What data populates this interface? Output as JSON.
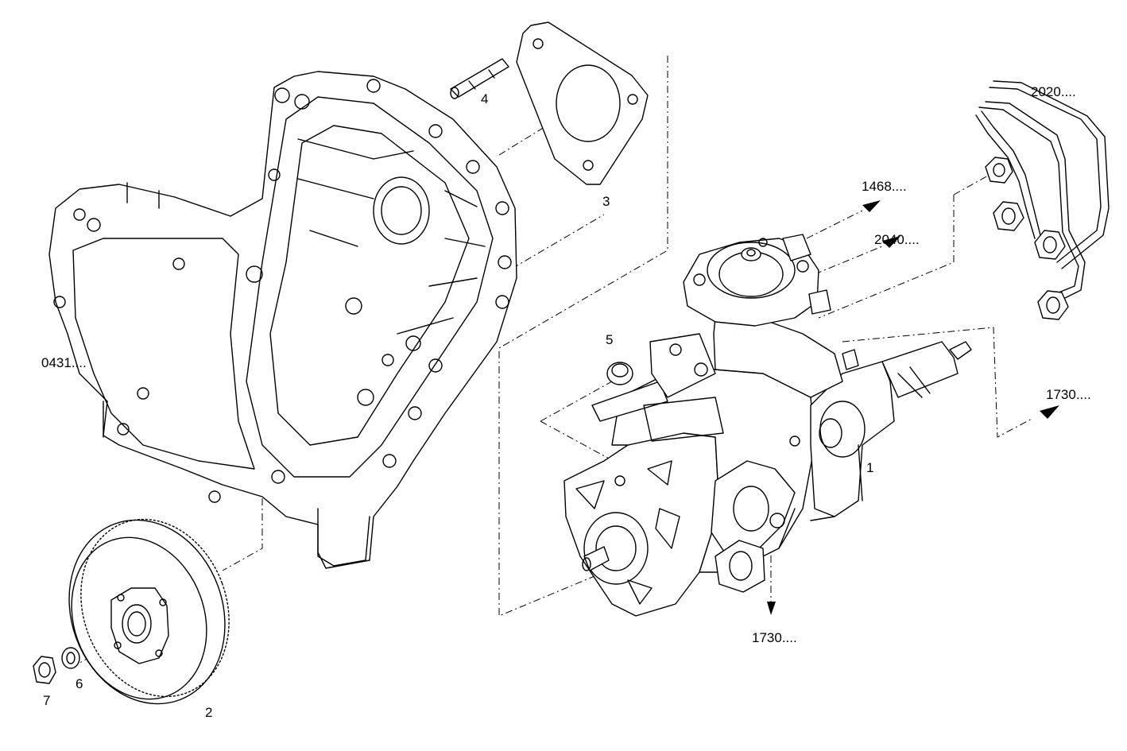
{
  "labels": {
    "pump": "1",
    "gear": "2",
    "gasket": "3",
    "stud": "4",
    "fitting": "5",
    "washer": "6",
    "nut": "7",
    "housing_ref": "0431....",
    "ref_1468": "1468....",
    "ref_2040": "2040....",
    "ref_2020": "2020....",
    "ref_1730_right": "1730....",
    "ref_1730_bottom": "1730...."
  }
}
